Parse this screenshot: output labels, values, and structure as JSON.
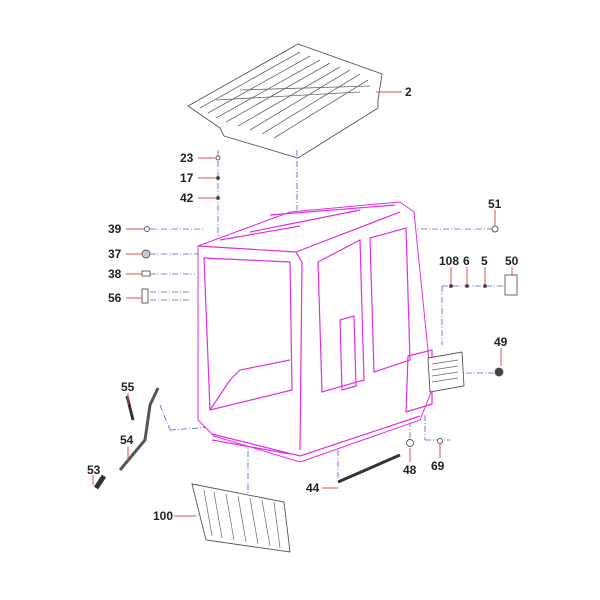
{
  "diagram": {
    "colors": {
      "cab": "#e030e0",
      "parts": "#555555",
      "leader": "#d9534f",
      "centerline": "#5560c8"
    },
    "labels": {
      "p2": "2",
      "p23": "23",
      "p17": "17",
      "p42": "42",
      "p39": "39",
      "p51": "51",
      "p37": "37",
      "p38": "38",
      "p56": "56",
      "p108": "108",
      "p6": "6",
      "p5": "5",
      "p50": "50",
      "p49": "49",
      "p55": "55",
      "p54": "54",
      "p53": "53",
      "p44": "44",
      "p48": "48",
      "p69": "69",
      "p100": "100"
    }
  }
}
